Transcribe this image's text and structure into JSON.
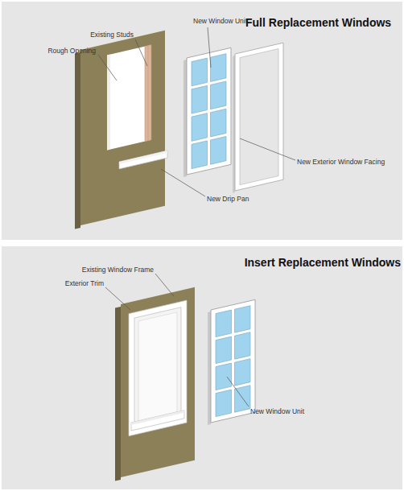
{
  "diagram": {
    "labels": [
      "Full Replacement Windows",
      "New Window Unit",
      "Existing Studs",
      "Rough Opening",
      "New Exterior Window Facing",
      "New Drip Pan",
      "Insert Replacement Windows",
      "Existing Window Frame",
      "Exterior Trim",
      "New Window Unit"
    ]
  }
}
